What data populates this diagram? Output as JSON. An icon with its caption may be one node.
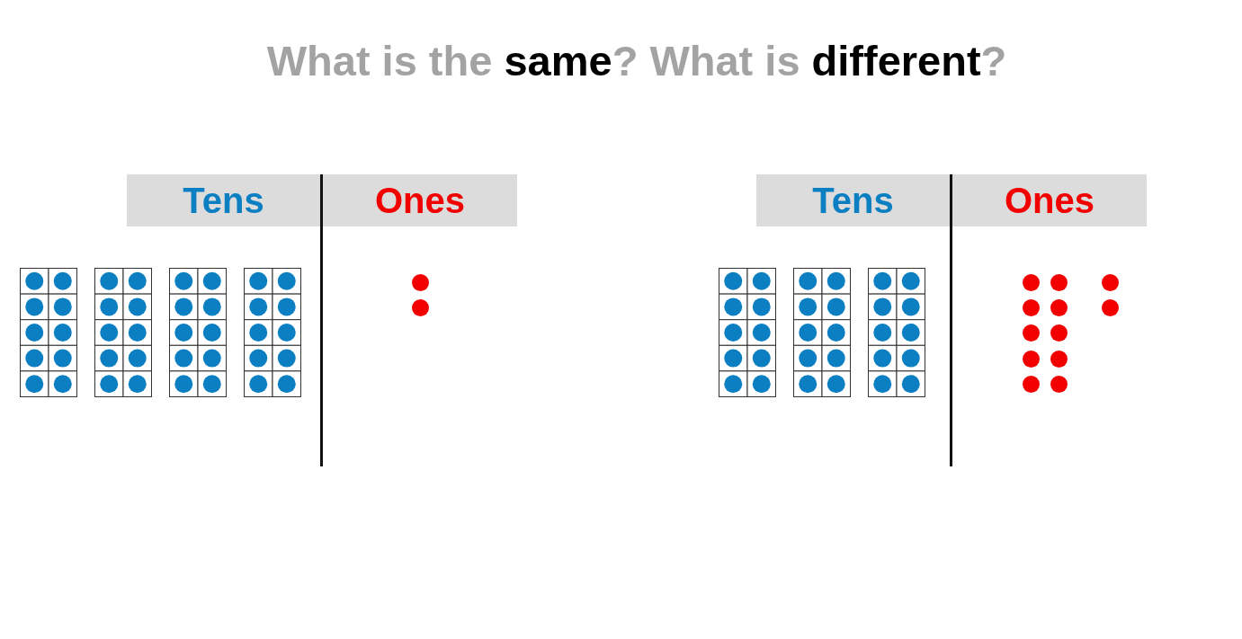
{
  "diagram": {
    "title": "What is the **same**? What is **different**?",
    "nodes": [
      {
        "text": [
          "Tens"
        ]
      },
      {
        "text": [
          "Ones"
        ]
      },
      {
        "text": [
          "Tens"
        ]
      },
      {
        "text": [
          "Ones"
        ]
      }
    ]
  }
}
